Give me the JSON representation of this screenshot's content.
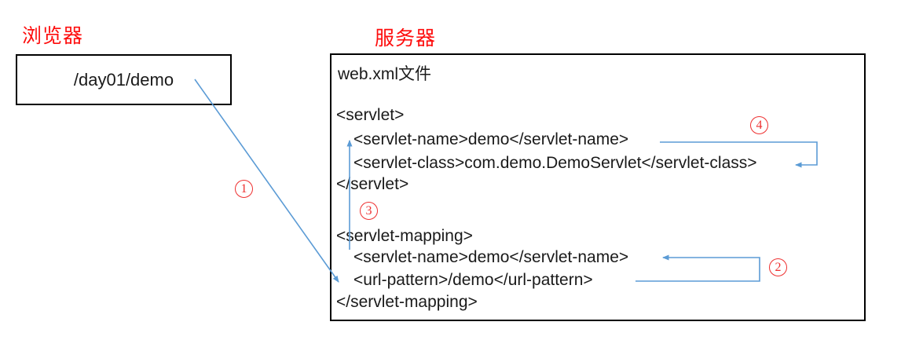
{
  "diagram": {
    "browser": {
      "label": "浏览器",
      "request_url": "/day01/demo"
    },
    "server": {
      "label": "服务器",
      "file_title": "web.xml文件",
      "code_lines": [
        "<servlet>",
        "<servlet-name>demo</servlet-name>",
        "<servlet-class>com.demo.DemoServlet</servlet-class>",
        "</servlet>",
        "<servlet-mapping>",
        "<servlet-name>demo</servlet-name>",
        "<url-pattern>/demo</url-pattern>",
        "</servlet-mapping>"
      ]
    },
    "step_markers": [
      "1",
      "2",
      "3",
      "4"
    ]
  },
  "colors": {
    "label_red": "#fe0d0d",
    "marker_red": "#ee3030",
    "arrow_blue": "#5b9bd5",
    "box_border": "#000000",
    "text": "#1a1a1a"
  }
}
